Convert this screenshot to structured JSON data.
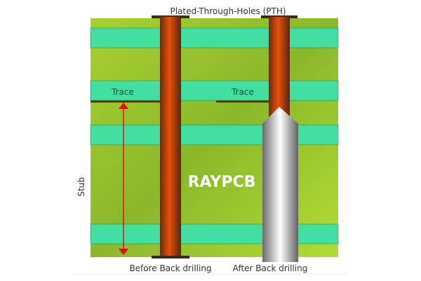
{
  "title": "Plated-Through-Holes (PTH)",
  "labels": {
    "trace_left": "Trace",
    "trace_right": "Trace",
    "stub": "Stub",
    "watermark": "RAYPCB",
    "before": "Before Back drilling",
    "after": "After Back drilling"
  },
  "colors": {
    "substrate": "#9cc42c",
    "layer": "#42dfa0",
    "copper": "#e05010",
    "trace": "#7a2a10",
    "arrow": "#e01010",
    "drill": "#c8c8c8"
  }
}
